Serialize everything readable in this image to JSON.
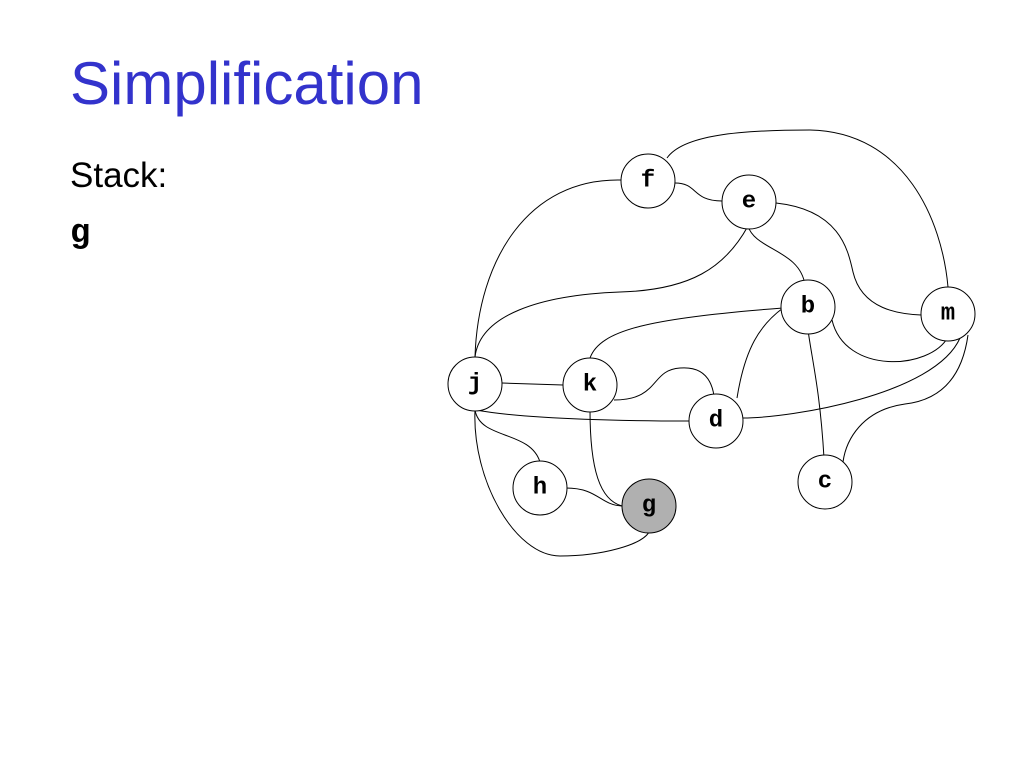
{
  "slide": {
    "title": "Simplification",
    "stack_label": "Stack:",
    "stack_items": [
      "g"
    ]
  },
  "graph": {
    "nodes": [
      {
        "id": "f",
        "label": "f",
        "highlighted": false
      },
      {
        "id": "e",
        "label": "e",
        "highlighted": false
      },
      {
        "id": "b",
        "label": "b",
        "highlighted": false
      },
      {
        "id": "m",
        "label": "m",
        "highlighted": false
      },
      {
        "id": "j",
        "label": "j",
        "highlighted": false
      },
      {
        "id": "k",
        "label": "k",
        "highlighted": false
      },
      {
        "id": "d",
        "label": "d",
        "highlighted": false
      },
      {
        "id": "h",
        "label": "h",
        "highlighted": false
      },
      {
        "id": "g",
        "label": "g",
        "highlighted": true
      },
      {
        "id": "c",
        "label": "c",
        "highlighted": false
      }
    ],
    "edges": [
      [
        "f",
        "e"
      ],
      [
        "f",
        "m"
      ],
      [
        "f",
        "j"
      ],
      [
        "e",
        "j"
      ],
      [
        "e",
        "b"
      ],
      [
        "e",
        "m"
      ],
      [
        "b",
        "m"
      ],
      [
        "b",
        "k"
      ],
      [
        "b",
        "d"
      ],
      [
        "b",
        "c"
      ],
      [
        "m",
        "d"
      ],
      [
        "m",
        "c"
      ],
      [
        "j",
        "k"
      ],
      [
        "j",
        "d"
      ],
      [
        "j",
        "h"
      ],
      [
        "j",
        "g"
      ],
      [
        "k",
        "d"
      ],
      [
        "k",
        "g"
      ],
      [
        "h",
        "g"
      ]
    ],
    "colors": {
      "node_fill": "#ffffff",
      "highlight_fill": "#b0b0b0",
      "title": "#3333cc"
    }
  }
}
